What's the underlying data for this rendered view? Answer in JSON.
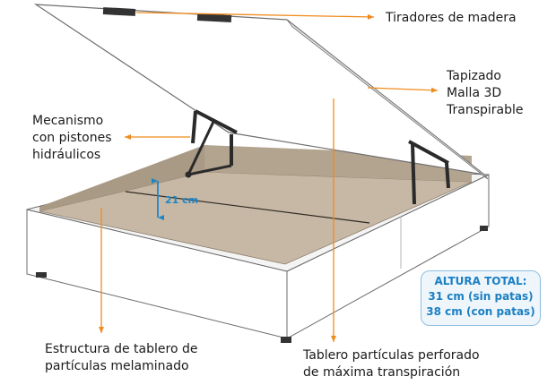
{
  "labels": {
    "tiradores": "Tiradores de madera",
    "tapizado": [
      "Tapizado",
      "Malla 3D",
      "Transpirable"
    ],
    "mecanismo": [
      "Mecanismo",
      "con pistones",
      "hidráulicos"
    ],
    "estructura": [
      "Estructura de tablero de",
      "partículas melaminado"
    ],
    "tablero": [
      "Tablero partículas perforado",
      "de máxima transpiración"
    ]
  },
  "dimension": "21 cm",
  "altura": {
    "title": "ALTURA TOTAL:",
    "line1": "31 cm (sin patas)",
    "line2": "38 cm (con patas)"
  },
  "colors": {
    "leader_arrow": "#f08c1e",
    "dimension_accent": "#1b86c8",
    "box_fill": "#eef6fc",
    "box_border": "#8fbfdf",
    "base_floor": "#c7b8a6",
    "base_inner_wall": "#b3a48f",
    "upholstery": "#ffffff",
    "piston": "#2a2a2a"
  }
}
